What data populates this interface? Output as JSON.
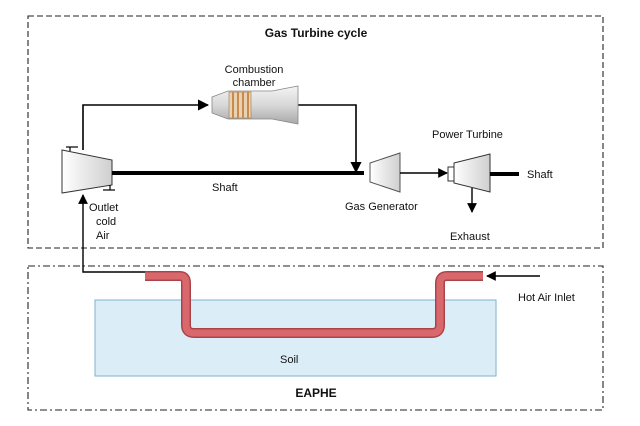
{
  "sections": {
    "cycle_title": "Gas Turbine cycle",
    "eaphe_title": "EAPHE"
  },
  "labels": {
    "combustion_line1": "Combustion",
    "combustion_line2": "chamber",
    "power_turbine": "Power Turbine",
    "shaft_left": "Shaft",
    "shaft_right": "Shaft",
    "gas_generator": "Gas Generator",
    "exhaust": "Exhaust",
    "outlet_line1": "Outlet",
    "outlet_line2": "cold",
    "outlet_line3": "Air",
    "hot_air_inlet": "Hot Air Inlet",
    "soil": "Soil"
  },
  "colors": {
    "soil_fill": "#dbeef7",
    "soil_stroke": "#7fb2cc",
    "pipe": "#d9686d",
    "pipe_dark": "#a9444a",
    "combustor_band": "#c98a4a"
  }
}
